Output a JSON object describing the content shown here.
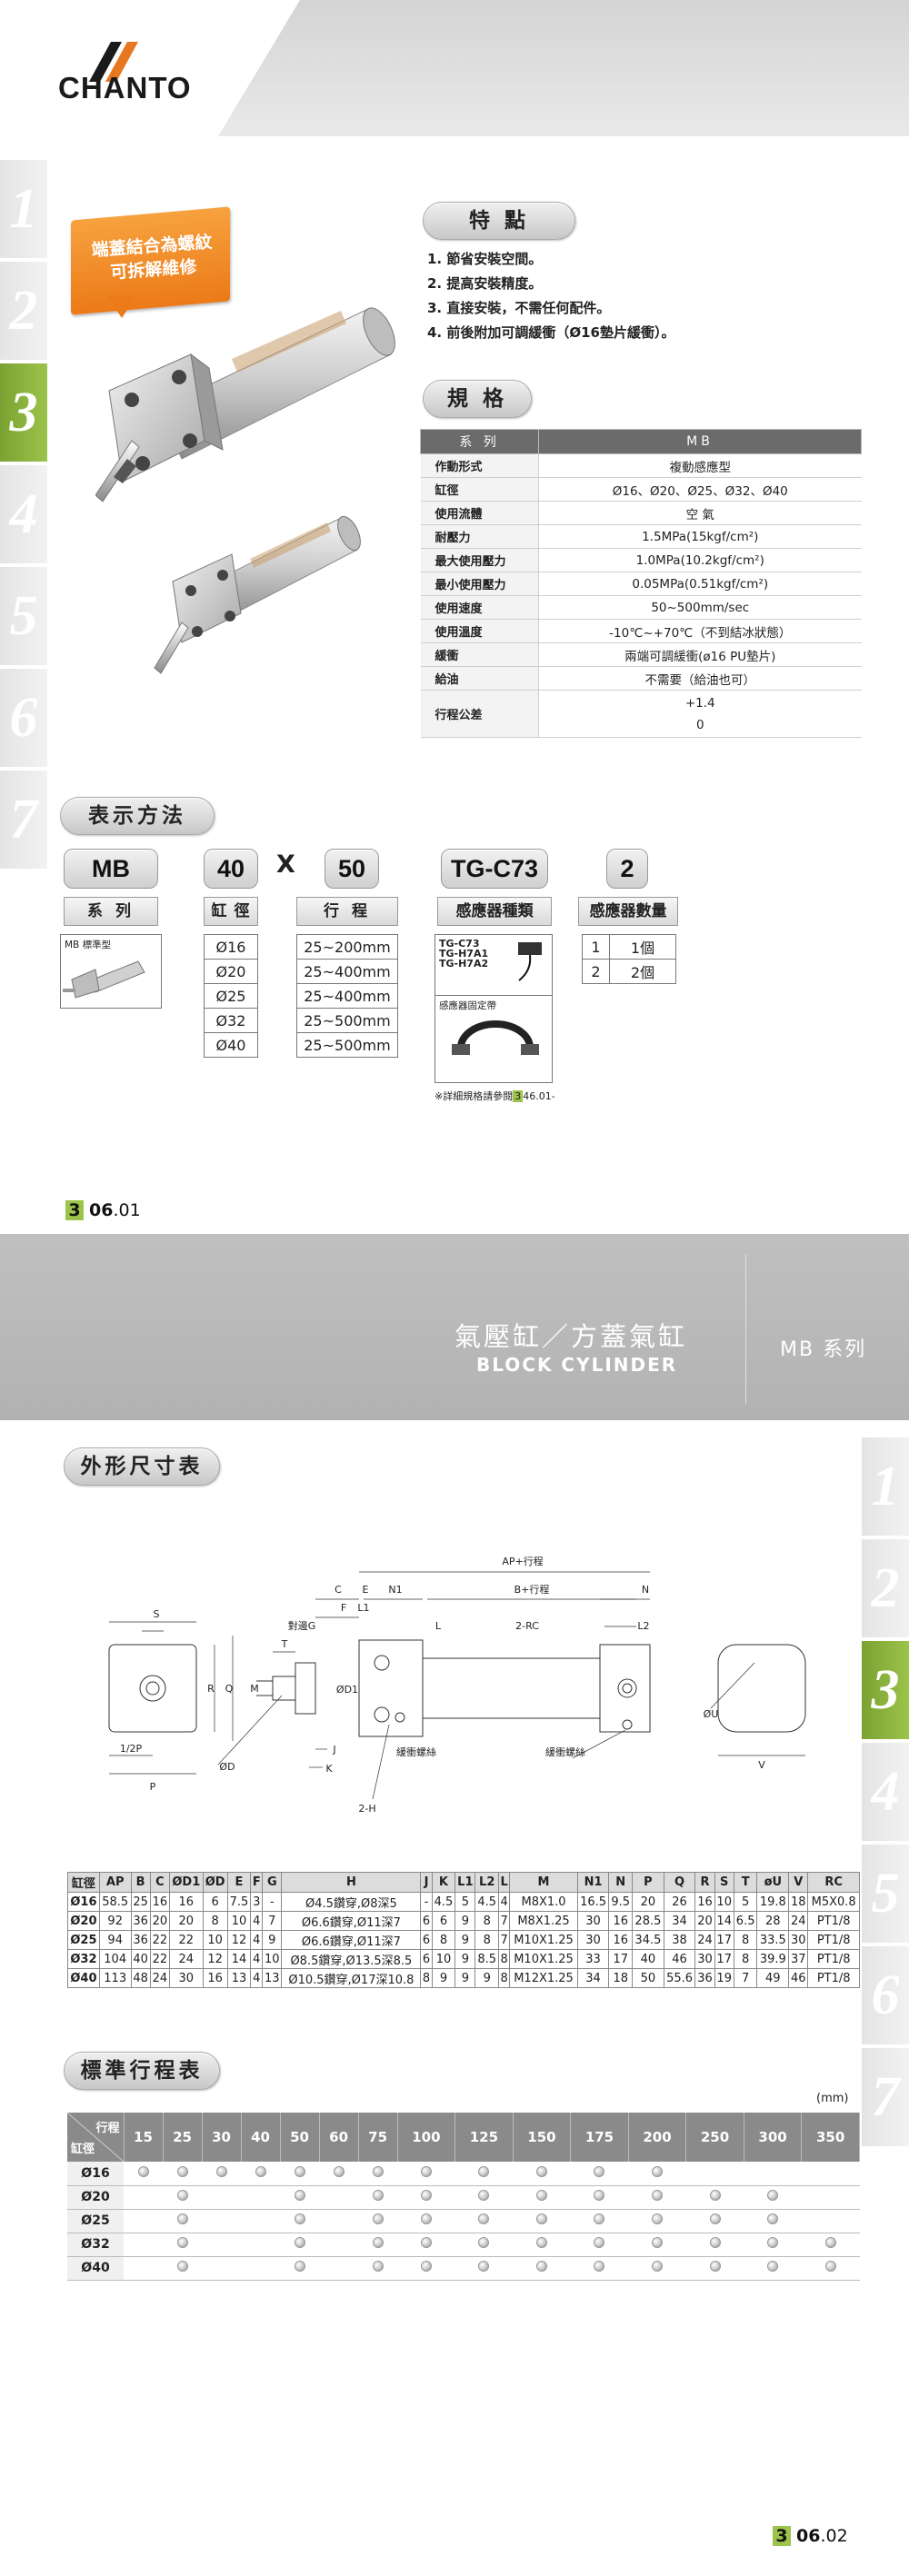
{
  "brand": {
    "logo_text": "CHANTO"
  },
  "side_tabs_top": [
    "1",
    "2",
    "3",
    "4",
    "5",
    "6",
    "7"
  ],
  "side_tabs_bottom": [
    "1",
    "2",
    "3",
    "4",
    "5",
    "6",
    "7"
  ],
  "callout": {
    "line1": "端蓋結合為螺紋",
    "line2": "可拆解維修"
  },
  "features": {
    "title": "特 點",
    "items": [
      "1. 節省安裝空間。",
      "2. 提高安裝精度。",
      "3. 直接安裝，不需任何配件。",
      "4. 前後附加可調緩衝（Ø16墊片緩衝）。"
    ]
  },
  "spec": {
    "title": "規 格",
    "header": [
      "系 列",
      "MB"
    ],
    "rows": [
      [
        "作動形式",
        "複動感應型"
      ],
      [
        "缸徑",
        "Ø16、Ø20、Ø25、Ø32、Ø40"
      ],
      [
        "使用流體",
        "空 氣"
      ],
      [
        "耐壓力",
        "1.5MPa(15kgf/cm²)"
      ],
      [
        "最大使用壓力",
        "1.0MPa(10.2kgf/cm²)"
      ],
      [
        "最小使用壓力",
        "0.05MPa(0.51kgf/cm²)"
      ],
      [
        "使用速度",
        "50~500mm/sec"
      ],
      [
        "使用溫度",
        "-10℃~+70℃（不到結冰狀態）"
      ],
      [
        "緩衝",
        "兩端可調緩衝(ø16 PU墊片)"
      ],
      [
        "給油",
        "不需要（給油也可）"
      ]
    ],
    "tolerance_label": "行程公差",
    "tolerance_top": "+1.4",
    "tolerance_bottom": "0"
  },
  "notation": {
    "title": "表示方法",
    "codes": [
      "MB",
      "40",
      "50",
      "TG-C73",
      "2"
    ],
    "times": "X",
    "labels": [
      "系 列",
      "缸 徑",
      "行 程",
      "感應器種類",
      "感應器數量"
    ],
    "series_note": "MB 標準型",
    "bores": [
      "Ø16",
      "Ø20",
      "Ø25",
      "Ø32",
      "Ø40"
    ],
    "strokes": [
      "25~200mm",
      "25~400mm",
      "25~400mm",
      "25~500mm",
      "25~500mm"
    ],
    "sensors": [
      "TG-C73",
      "TG-H7A1",
      "TG-H7A2"
    ],
    "bracket_label": "感應器固定帶",
    "ref_note_pre": "※詳細規格請參閱",
    "ref_note_num": "3",
    "ref_note_post": "46.01-",
    "qty": [
      [
        "1",
        "1個"
      ],
      [
        "2",
        "2個"
      ]
    ]
  },
  "page1": {
    "chapter": "3",
    "page": "06",
    "sub": ".01"
  },
  "band": {
    "title_zh": "氣壓缸／方蓋氣缸",
    "title_en": "BLOCK CYLINDER",
    "series": "MB 系列"
  },
  "dimensions": {
    "title": "外形尺寸表",
    "labels": {
      "ap": "AP+行程",
      "b": "B+行程",
      "c": "C",
      "e": "E",
      "n1": "N1",
      "n": "N",
      "f": "F",
      "l1": "L1",
      "l": "L",
      "rc": "2-RC",
      "l2": "L2",
      "s": "S",
      "pair": "對邊G",
      "t": "T",
      "m": "M",
      "d1": "ØD1",
      "r": "R",
      "q": "Q",
      "p2": "1/2P",
      "p": "P",
      "d": "ØD",
      "j": "J",
      "k": "K",
      "h": "2-H",
      "cushion1": "緩衝螺絲",
      "cushion2": "緩衝螺絲",
      "u": "ØU",
      "v": "V"
    },
    "columns": [
      "缸徑",
      "AP",
      "B",
      "C",
      "ØD1",
      "ØD",
      "E",
      "F",
      "G",
      "H",
      "J",
      "K",
      "L1",
      "L2",
      "L",
      "M",
      "N1",
      "N",
      "P",
      "Q",
      "R",
      "S",
      "T",
      "øU",
      "V",
      "RC"
    ],
    "rows": [
      [
        "Ø16",
        "58.5",
        "25",
        "16",
        "16",
        "6",
        "7.5",
        "3",
        "-",
        "Ø4.5鑽穿,Ø8深5",
        "-",
        "4.5",
        "5",
        "4.5",
        "4",
        "M8X1.0",
        "16.5",
        "9.5",
        "20",
        "26",
        "16",
        "10",
        "5",
        "19.8",
        "18",
        "M5X0.8"
      ],
      [
        "Ø20",
        "92",
        "36",
        "20",
        "20",
        "8",
        "10",
        "4",
        "7",
        "Ø6.6鑽穿,Ø11深7",
        "6",
        "6",
        "9",
        "8",
        "7",
        "M8X1.25",
        "30",
        "16",
        "28.5",
        "34",
        "20",
        "14",
        "6.5",
        "28",
        "24",
        "PT1/8"
      ],
      [
        "Ø25",
        "94",
        "36",
        "22",
        "22",
        "10",
        "12",
        "4",
        "9",
        "Ø6.6鑽穿,Ø11深7",
        "6",
        "8",
        "9",
        "8",
        "7",
        "M10X1.25",
        "30",
        "16",
        "34.5",
        "38",
        "24",
        "17",
        "8",
        "33.5",
        "30",
        "PT1/8"
      ],
      [
        "Ø32",
        "104",
        "40",
        "22",
        "24",
        "12",
        "14",
        "4",
        "10",
        "Ø8.5鑽穿,Ø13.5深8.5",
        "6",
        "10",
        "9",
        "8.5",
        "8",
        "M10X1.25",
        "33",
        "17",
        "40",
        "46",
        "30",
        "17",
        "8",
        "39.9",
        "37",
        "PT1/8"
      ],
      [
        "Ø40",
        "113",
        "48",
        "24",
        "30",
        "16",
        "13",
        "4",
        "13",
        "Ø10.5鑽穿,Ø17深10.8",
        "8",
        "9",
        "9",
        "9",
        "8",
        "M12X1.25",
        "34",
        "18",
        "50",
        "55.6",
        "36",
        "19",
        "7",
        "49",
        "46",
        "PT1/8"
      ]
    ]
  },
  "stroke": {
    "title": "標準行程表",
    "unit": "(mm)",
    "corner_top": "行程",
    "corner_bottom": "缸徑",
    "strokes": [
      "15",
      "25",
      "30",
      "40",
      "50",
      "60",
      "75",
      "100",
      "125",
      "150",
      "175",
      "200",
      "250",
      "300",
      "350"
    ],
    "rows": [
      {
        "bore": "Ø16",
        "marks": [
          1,
          1,
          1,
          1,
          1,
          1,
          1,
          1,
          1,
          1,
          1,
          1,
          0,
          0,
          0
        ]
      },
      {
        "bore": "Ø20",
        "marks": [
          0,
          1,
          0,
          0,
          1,
          0,
          1,
          1,
          1,
          1,
          1,
          1,
          1,
          1,
          0
        ]
      },
      {
        "bore": "Ø25",
        "marks": [
          0,
          1,
          0,
          0,
          1,
          0,
          1,
          1,
          1,
          1,
          1,
          1,
          1,
          1,
          0
        ]
      },
      {
        "bore": "Ø32",
        "marks": [
          0,
          1,
          0,
          0,
          1,
          0,
          1,
          1,
          1,
          1,
          1,
          1,
          1,
          1,
          1
        ]
      },
      {
        "bore": "Ø40",
        "marks": [
          0,
          1,
          0,
          0,
          1,
          0,
          1,
          1,
          1,
          1,
          1,
          1,
          1,
          1,
          1
        ]
      }
    ]
  },
  "page2": {
    "chapter": "3",
    "page": "06",
    "sub": ".02"
  },
  "colors": {
    "accent_green": "#9cc34a",
    "orange": "#ec7a17",
    "band_gray": "#b8b8b8"
  }
}
